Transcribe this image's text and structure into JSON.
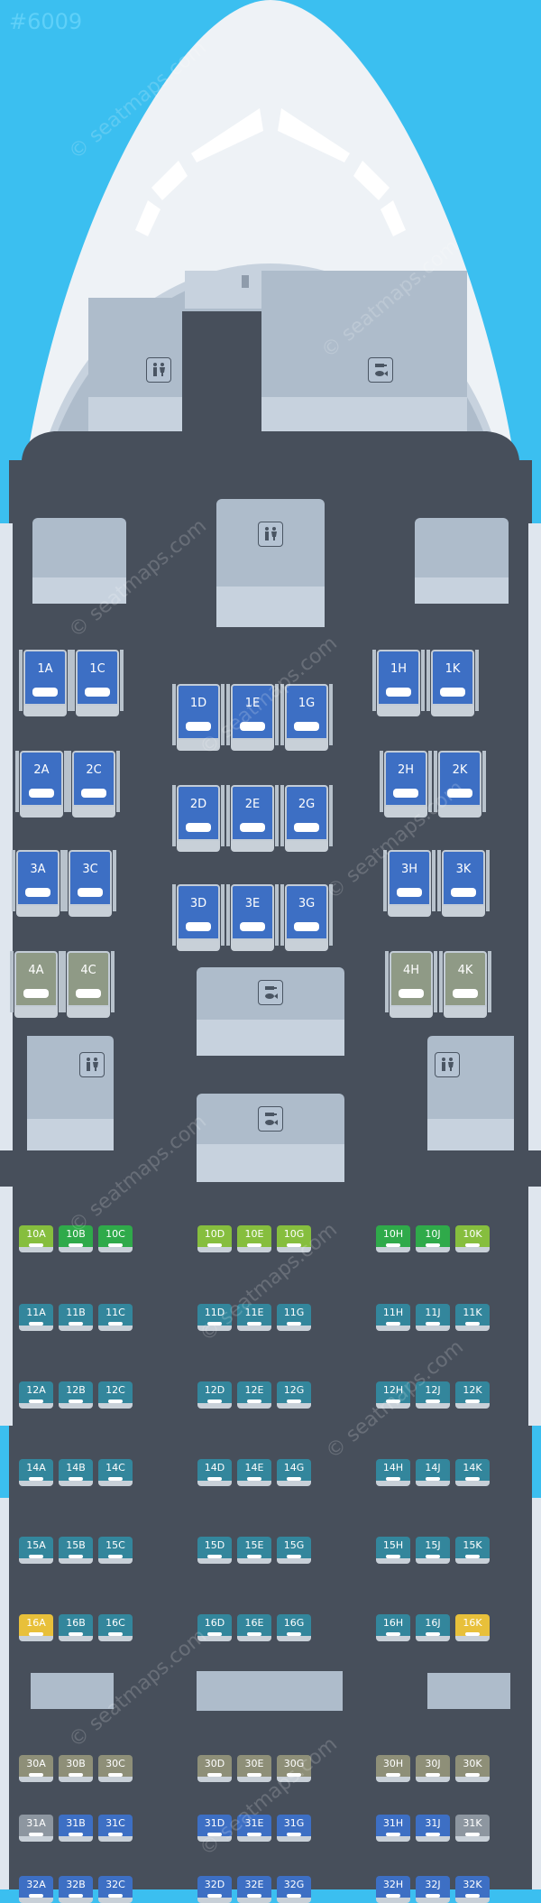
{
  "map_id": "#6009",
  "watermark": "© seatmaps.com",
  "colors": {
    "background": "#3bbff0",
    "fuselage": "#eef2f6",
    "cabin": "#474f5b",
    "facility": "#aebccb",
    "facility_shadow": "#c7d2de",
    "business_seat": "#3d6fc4",
    "business_extra": "#8f9a86",
    "economy_extra_green": "#86be3e",
    "economy_green": "#2faa4a",
    "economy_teal": "#33869c",
    "economy_yellow": "#e8c03a",
    "economy_olive": "#8e8f78",
    "economy_blue": "#3d6fc4",
    "economy_grey": "#8d96a0"
  },
  "icons": {
    "lavatory": "lavatory-icon",
    "galley": "galley-icon"
  },
  "business_rows": [
    {
      "row": 1,
      "seats": [
        {
          "id": "1A",
          "type": "business_seat"
        },
        {
          "id": "1C",
          "type": "business_seat"
        },
        {
          "id": "1D",
          "type": "business_seat"
        },
        {
          "id": "1E",
          "type": "business_seat"
        },
        {
          "id": "1G",
          "type": "business_seat"
        },
        {
          "id": "1H",
          "type": "business_seat"
        },
        {
          "id": "1K",
          "type": "business_seat"
        }
      ]
    },
    {
      "row": 2,
      "seats": [
        {
          "id": "2A",
          "type": "business_seat"
        },
        {
          "id": "2C",
          "type": "business_seat"
        },
        {
          "id": "2D",
          "type": "business_seat"
        },
        {
          "id": "2E",
          "type": "business_seat"
        },
        {
          "id": "2G",
          "type": "business_seat"
        },
        {
          "id": "2H",
          "type": "business_seat"
        },
        {
          "id": "2K",
          "type": "business_seat"
        }
      ]
    },
    {
      "row": 3,
      "seats": [
        {
          "id": "3A",
          "type": "business_seat"
        },
        {
          "id": "3C",
          "type": "business_seat"
        },
        {
          "id": "3D",
          "type": "business_seat"
        },
        {
          "id": "3E",
          "type": "business_seat"
        },
        {
          "id": "3G",
          "type": "business_seat"
        },
        {
          "id": "3H",
          "type": "business_seat"
        },
        {
          "id": "3K",
          "type": "business_seat"
        }
      ]
    },
    {
      "row": 4,
      "seats": [
        {
          "id": "4A",
          "type": "business_extra"
        },
        {
          "id": "4C",
          "type": "business_extra"
        },
        {
          "id": "4H",
          "type": "business_extra"
        },
        {
          "id": "4K",
          "type": "business_extra"
        }
      ]
    }
  ],
  "economy_rows": [
    {
      "row": 10,
      "seats": [
        {
          "id": "10A",
          "type": "economy_extra_green"
        },
        {
          "id": "10B",
          "type": "economy_green"
        },
        {
          "id": "10C",
          "type": "economy_green"
        },
        {
          "id": "10D",
          "type": "economy_extra_green"
        },
        {
          "id": "10E",
          "type": "economy_extra_green"
        },
        {
          "id": "10G",
          "type": "economy_extra_green"
        },
        {
          "id": "10H",
          "type": "economy_green"
        },
        {
          "id": "10J",
          "type": "economy_green"
        },
        {
          "id": "10K",
          "type": "economy_extra_green"
        }
      ]
    },
    {
      "row": 11,
      "seats": [
        {
          "id": "11A",
          "type": "economy_teal"
        },
        {
          "id": "11B",
          "type": "economy_teal"
        },
        {
          "id": "11C",
          "type": "economy_teal"
        },
        {
          "id": "11D",
          "type": "economy_teal"
        },
        {
          "id": "11E",
          "type": "economy_teal"
        },
        {
          "id": "11G",
          "type": "economy_teal"
        },
        {
          "id": "11H",
          "type": "economy_teal"
        },
        {
          "id": "11J",
          "type": "economy_teal"
        },
        {
          "id": "11K",
          "type": "economy_teal"
        }
      ]
    },
    {
      "row": 12,
      "seats": [
        {
          "id": "12A",
          "type": "economy_teal"
        },
        {
          "id": "12B",
          "type": "economy_teal"
        },
        {
          "id": "12C",
          "type": "economy_teal"
        },
        {
          "id": "12D",
          "type": "economy_teal"
        },
        {
          "id": "12E",
          "type": "economy_teal"
        },
        {
          "id": "12G",
          "type": "economy_teal"
        },
        {
          "id": "12H",
          "type": "economy_teal"
        },
        {
          "id": "12J",
          "type": "economy_teal"
        },
        {
          "id": "12K",
          "type": "economy_teal"
        }
      ]
    },
    {
      "row": 14,
      "seats": [
        {
          "id": "14A",
          "type": "economy_teal"
        },
        {
          "id": "14B",
          "type": "economy_teal"
        },
        {
          "id": "14C",
          "type": "economy_teal"
        },
        {
          "id": "14D",
          "type": "economy_teal"
        },
        {
          "id": "14E",
          "type": "economy_teal"
        },
        {
          "id": "14G",
          "type": "economy_teal"
        },
        {
          "id": "14H",
          "type": "economy_teal"
        },
        {
          "id": "14J",
          "type": "economy_teal"
        },
        {
          "id": "14K",
          "type": "economy_teal"
        }
      ]
    },
    {
      "row": 15,
      "seats": [
        {
          "id": "15A",
          "type": "economy_teal"
        },
        {
          "id": "15B",
          "type": "economy_teal"
        },
        {
          "id": "15C",
          "type": "economy_teal"
        },
        {
          "id": "15D",
          "type": "economy_teal"
        },
        {
          "id": "15E",
          "type": "economy_teal"
        },
        {
          "id": "15G",
          "type": "economy_teal"
        },
        {
          "id": "15H",
          "type": "economy_teal"
        },
        {
          "id": "15J",
          "type": "economy_teal"
        },
        {
          "id": "15K",
          "type": "economy_teal"
        }
      ]
    },
    {
      "row": 16,
      "seats": [
        {
          "id": "16A",
          "type": "economy_yellow"
        },
        {
          "id": "16B",
          "type": "economy_teal"
        },
        {
          "id": "16C",
          "type": "economy_teal"
        },
        {
          "id": "16D",
          "type": "economy_teal"
        },
        {
          "id": "16E",
          "type": "economy_teal"
        },
        {
          "id": "16G",
          "type": "economy_teal"
        },
        {
          "id": "16H",
          "type": "economy_teal"
        },
        {
          "id": "16J",
          "type": "economy_teal"
        },
        {
          "id": "16K",
          "type": "economy_yellow"
        }
      ]
    },
    {
      "row": 30,
      "seats": [
        {
          "id": "30A",
          "type": "economy_olive"
        },
        {
          "id": "30B",
          "type": "economy_olive"
        },
        {
          "id": "30C",
          "type": "economy_olive"
        },
        {
          "id": "30D",
          "type": "economy_olive"
        },
        {
          "id": "30E",
          "type": "economy_olive"
        },
        {
          "id": "30G",
          "type": "economy_olive"
        },
        {
          "id": "30H",
          "type": "economy_olive"
        },
        {
          "id": "30J",
          "type": "economy_olive"
        },
        {
          "id": "30K",
          "type": "economy_olive"
        }
      ]
    },
    {
      "row": 31,
      "seats": [
        {
          "id": "31A",
          "type": "economy_grey"
        },
        {
          "id": "31B",
          "type": "economy_blue"
        },
        {
          "id": "31C",
          "type": "economy_blue"
        },
        {
          "id": "31D",
          "type": "economy_blue"
        },
        {
          "id": "31E",
          "type": "economy_blue"
        },
        {
          "id": "31G",
          "type": "economy_blue"
        },
        {
          "id": "31H",
          "type": "economy_blue"
        },
        {
          "id": "31J",
          "type": "economy_blue"
        },
        {
          "id": "31K",
          "type": "economy_grey"
        }
      ]
    },
    {
      "row": 32,
      "seats": [
        {
          "id": "32A",
          "type": "economy_blue"
        },
        {
          "id": "32B",
          "type": "economy_blue"
        },
        {
          "id": "32C",
          "type": "economy_blue"
        },
        {
          "id": "32D",
          "type": "economy_blue"
        },
        {
          "id": "32E",
          "type": "economy_blue"
        },
        {
          "id": "32G",
          "type": "economy_blue"
        },
        {
          "id": "32H",
          "type": "economy_blue"
        },
        {
          "id": "32J",
          "type": "economy_blue"
        },
        {
          "id": "32K",
          "type": "economy_blue"
        }
      ]
    }
  ]
}
